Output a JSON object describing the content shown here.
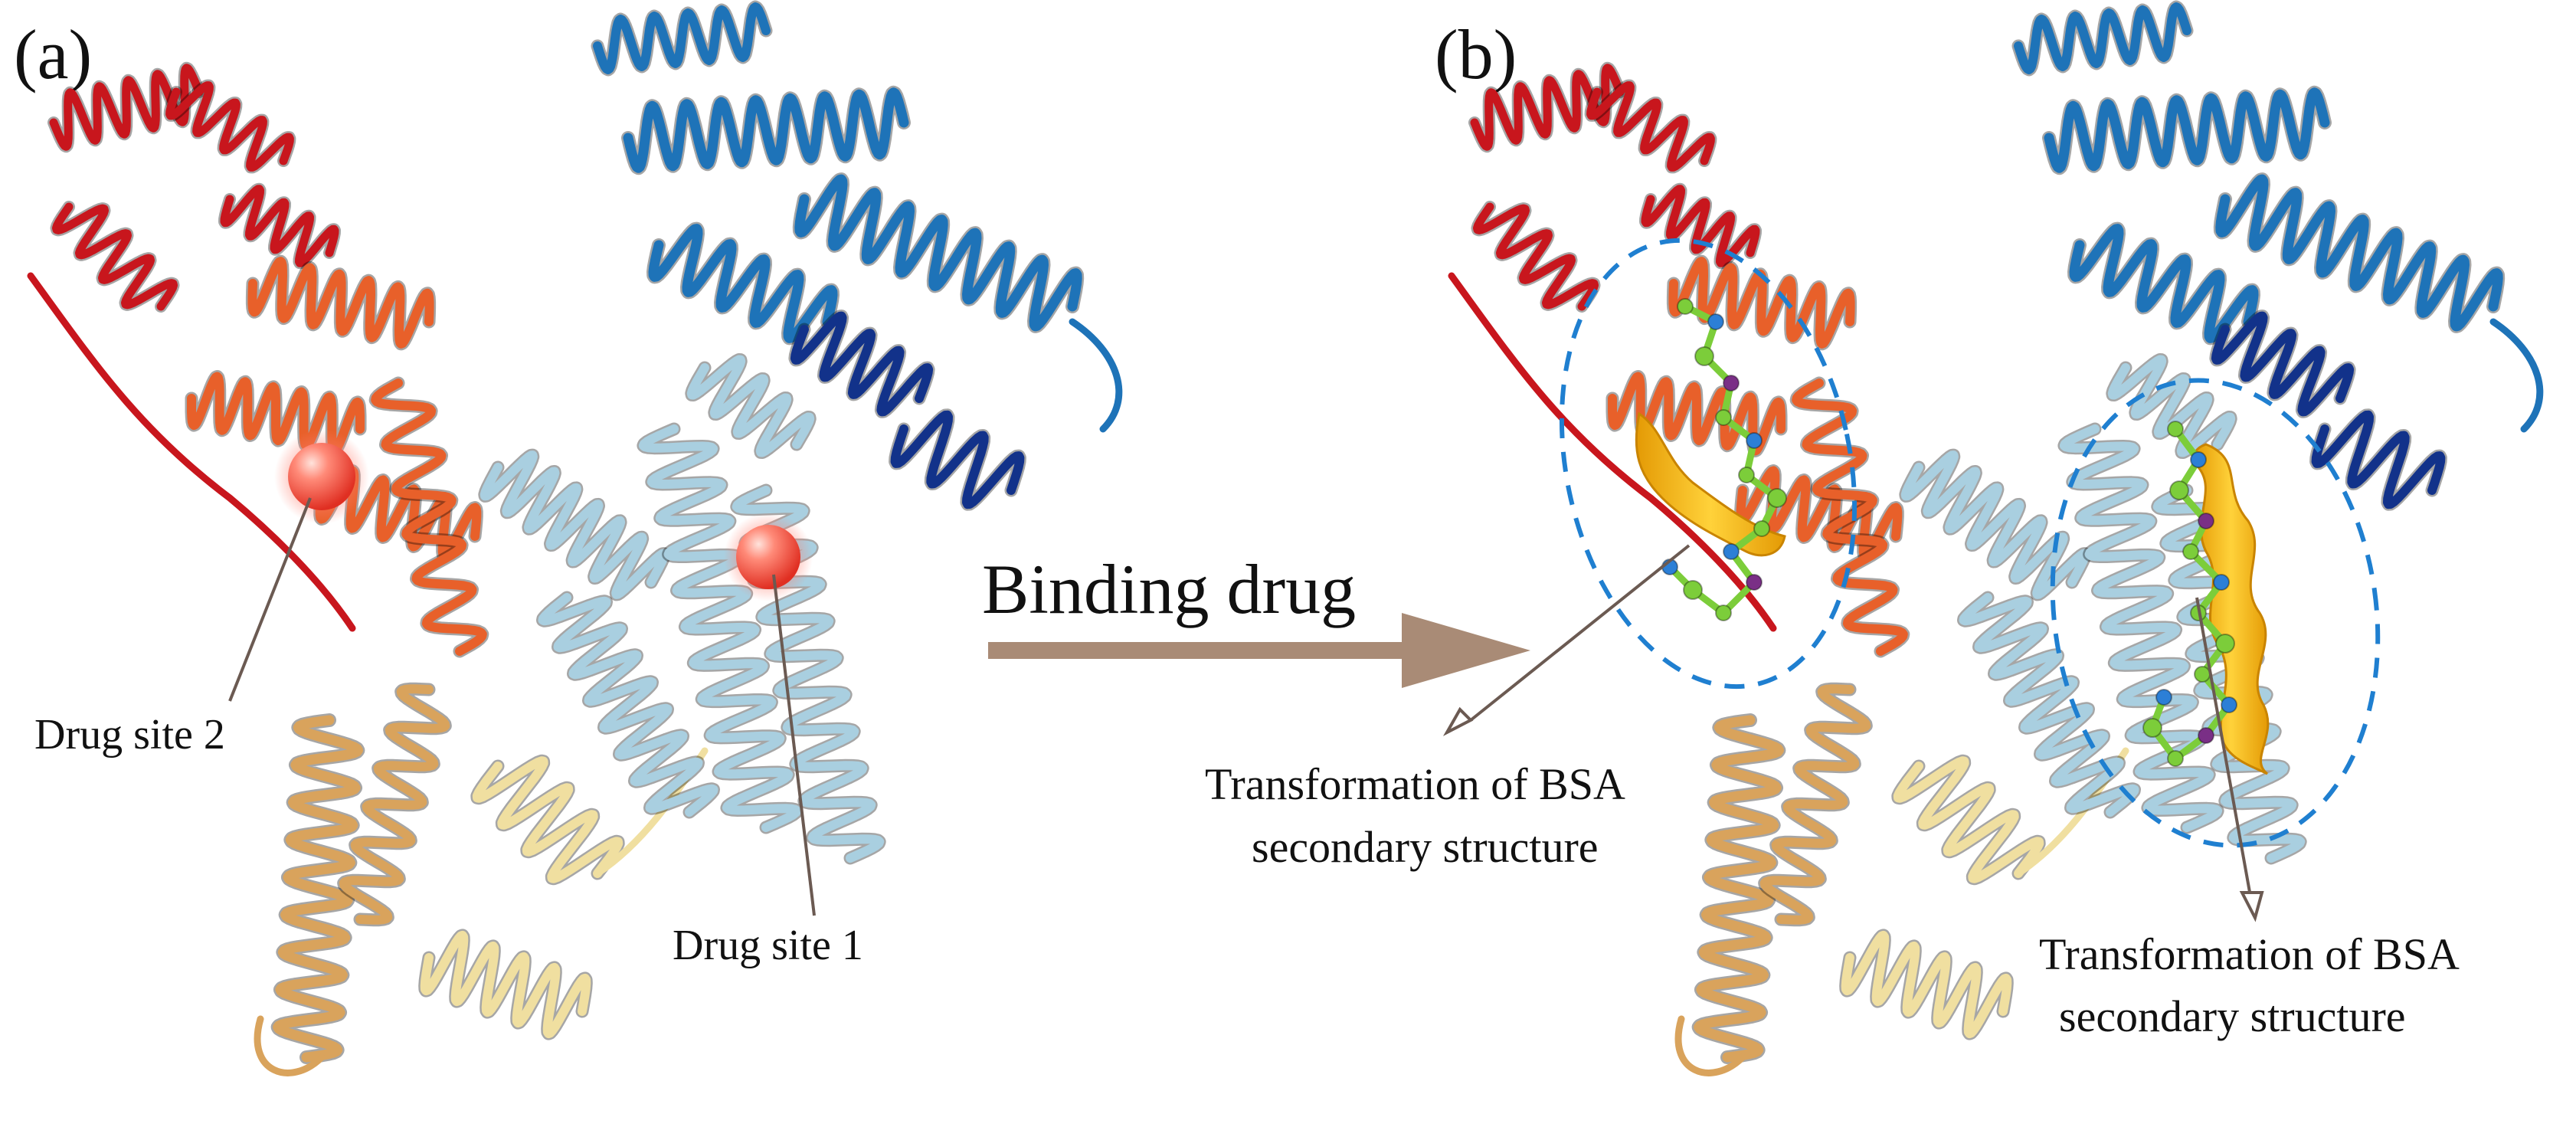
{
  "panels": {
    "a": {
      "letter": "(a)",
      "site1": "Drug site 1",
      "site2": "Drug site 2"
    },
    "b": {
      "letter": "(b)",
      "left_annotation": {
        "line1": "Transformation of BSA",
        "line2": "secondary structure"
      },
      "right_annotation": {
        "line1": "Transformation of BSA",
        "line2": "secondary structure"
      }
    }
  },
  "arrow": {
    "label": "Binding drug",
    "color": "#a98b76"
  },
  "colors": {
    "domain_red": "#c8161d",
    "domain_orange": "#e8602a",
    "domain_tan": "#d9a35c",
    "domain_yellow": "#f0dfa0",
    "domain_lightblue": "#a9cfe0",
    "domain_blue": "#1e73b8",
    "domain_darkblue": "#12328a",
    "binding_highlight": "#f6b614",
    "drug_sphere": "#ff5a4a",
    "ligand_green": "#7ccd3a",
    "ligand_blue_atom": "#2c7fd6",
    "ligand_purple_atom": "#7a2f86",
    "dashed_ellipse": "#1f7fd0",
    "pointer_line": "#6b5a52"
  }
}
